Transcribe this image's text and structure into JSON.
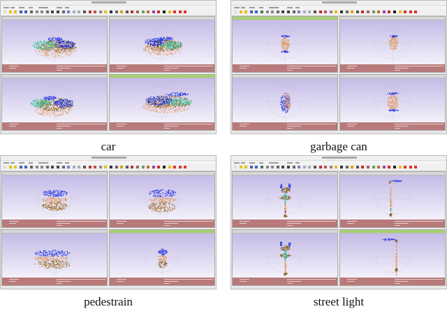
{
  "figures": [
    {
      "caption": "car",
      "shape": "car",
      "active_viewport": 3
    },
    {
      "caption": "garbage can",
      "shape": "garbage",
      "active_viewport": 0
    },
    {
      "caption": "pedestrain",
      "shape": "pedestrian",
      "active_viewport": 3
    },
    {
      "caption": "street light",
      "shape": "streetlight",
      "active_viewport": 3
    }
  ],
  "colors": {
    "blue": "#1a2ee0",
    "brown": "#7a5a12",
    "green": "#32c497",
    "orange": "#e39a5e",
    "info_strip": "#b87a7a",
    "active_header": "#a8d070"
  }
}
